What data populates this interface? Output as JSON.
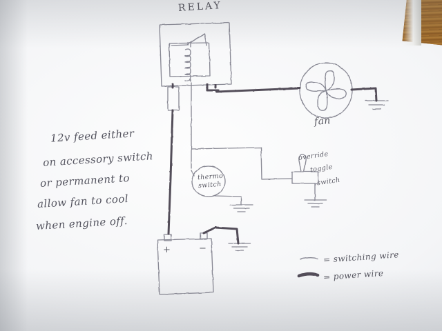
{
  "diagram": {
    "title_label": "RELAY",
    "fan_label": "fan",
    "thermo_switch": {
      "line1": "thermo",
      "line2": "switch"
    },
    "override_switch": {
      "line1": "override",
      "line2": "toggle",
      "line3": "switch"
    },
    "battery": {
      "positive": "+",
      "negative": "−"
    },
    "note": {
      "line1": "12v feed either",
      "line2": "on accessory switch",
      "line3": "or permanent to",
      "line4": "allow fan to cool",
      "line5": "when engine off."
    },
    "legend": {
      "switching": "= switching wire",
      "power": "= power wire"
    },
    "colors": {
      "pencil_light": "#7b7b88",
      "pencil_dark": "#4b4450",
      "paper": "#f4f5f7",
      "desk": "#96632a"
    }
  }
}
